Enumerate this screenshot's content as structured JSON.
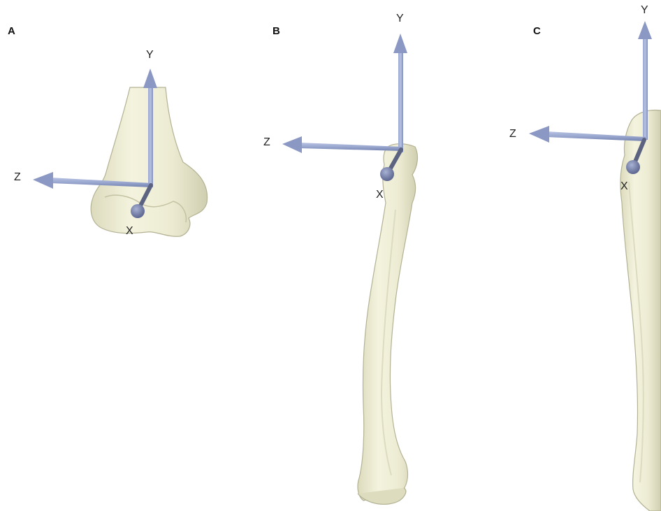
{
  "panels": [
    {
      "label": "A",
      "axes": {
        "y": "Y",
        "z": "Z",
        "x": "X"
      }
    },
    {
      "label": "B",
      "axes": {
        "y": "Y",
        "z": "Z",
        "x": "X"
      }
    },
    {
      "label": "C",
      "axes": {
        "y": "Y",
        "z": "Z",
        "x": "X"
      }
    }
  ],
  "colors": {
    "bone_fill": "#efeed6",
    "bone_shade": "#c9c8a8",
    "bone_outline": "#8f8e78",
    "axis_arrow": "#8e9cc6",
    "axis_arrow_dark": "#6e7ca8",
    "x_axis": "#5b6380",
    "x_knob": "#7b86aa"
  }
}
